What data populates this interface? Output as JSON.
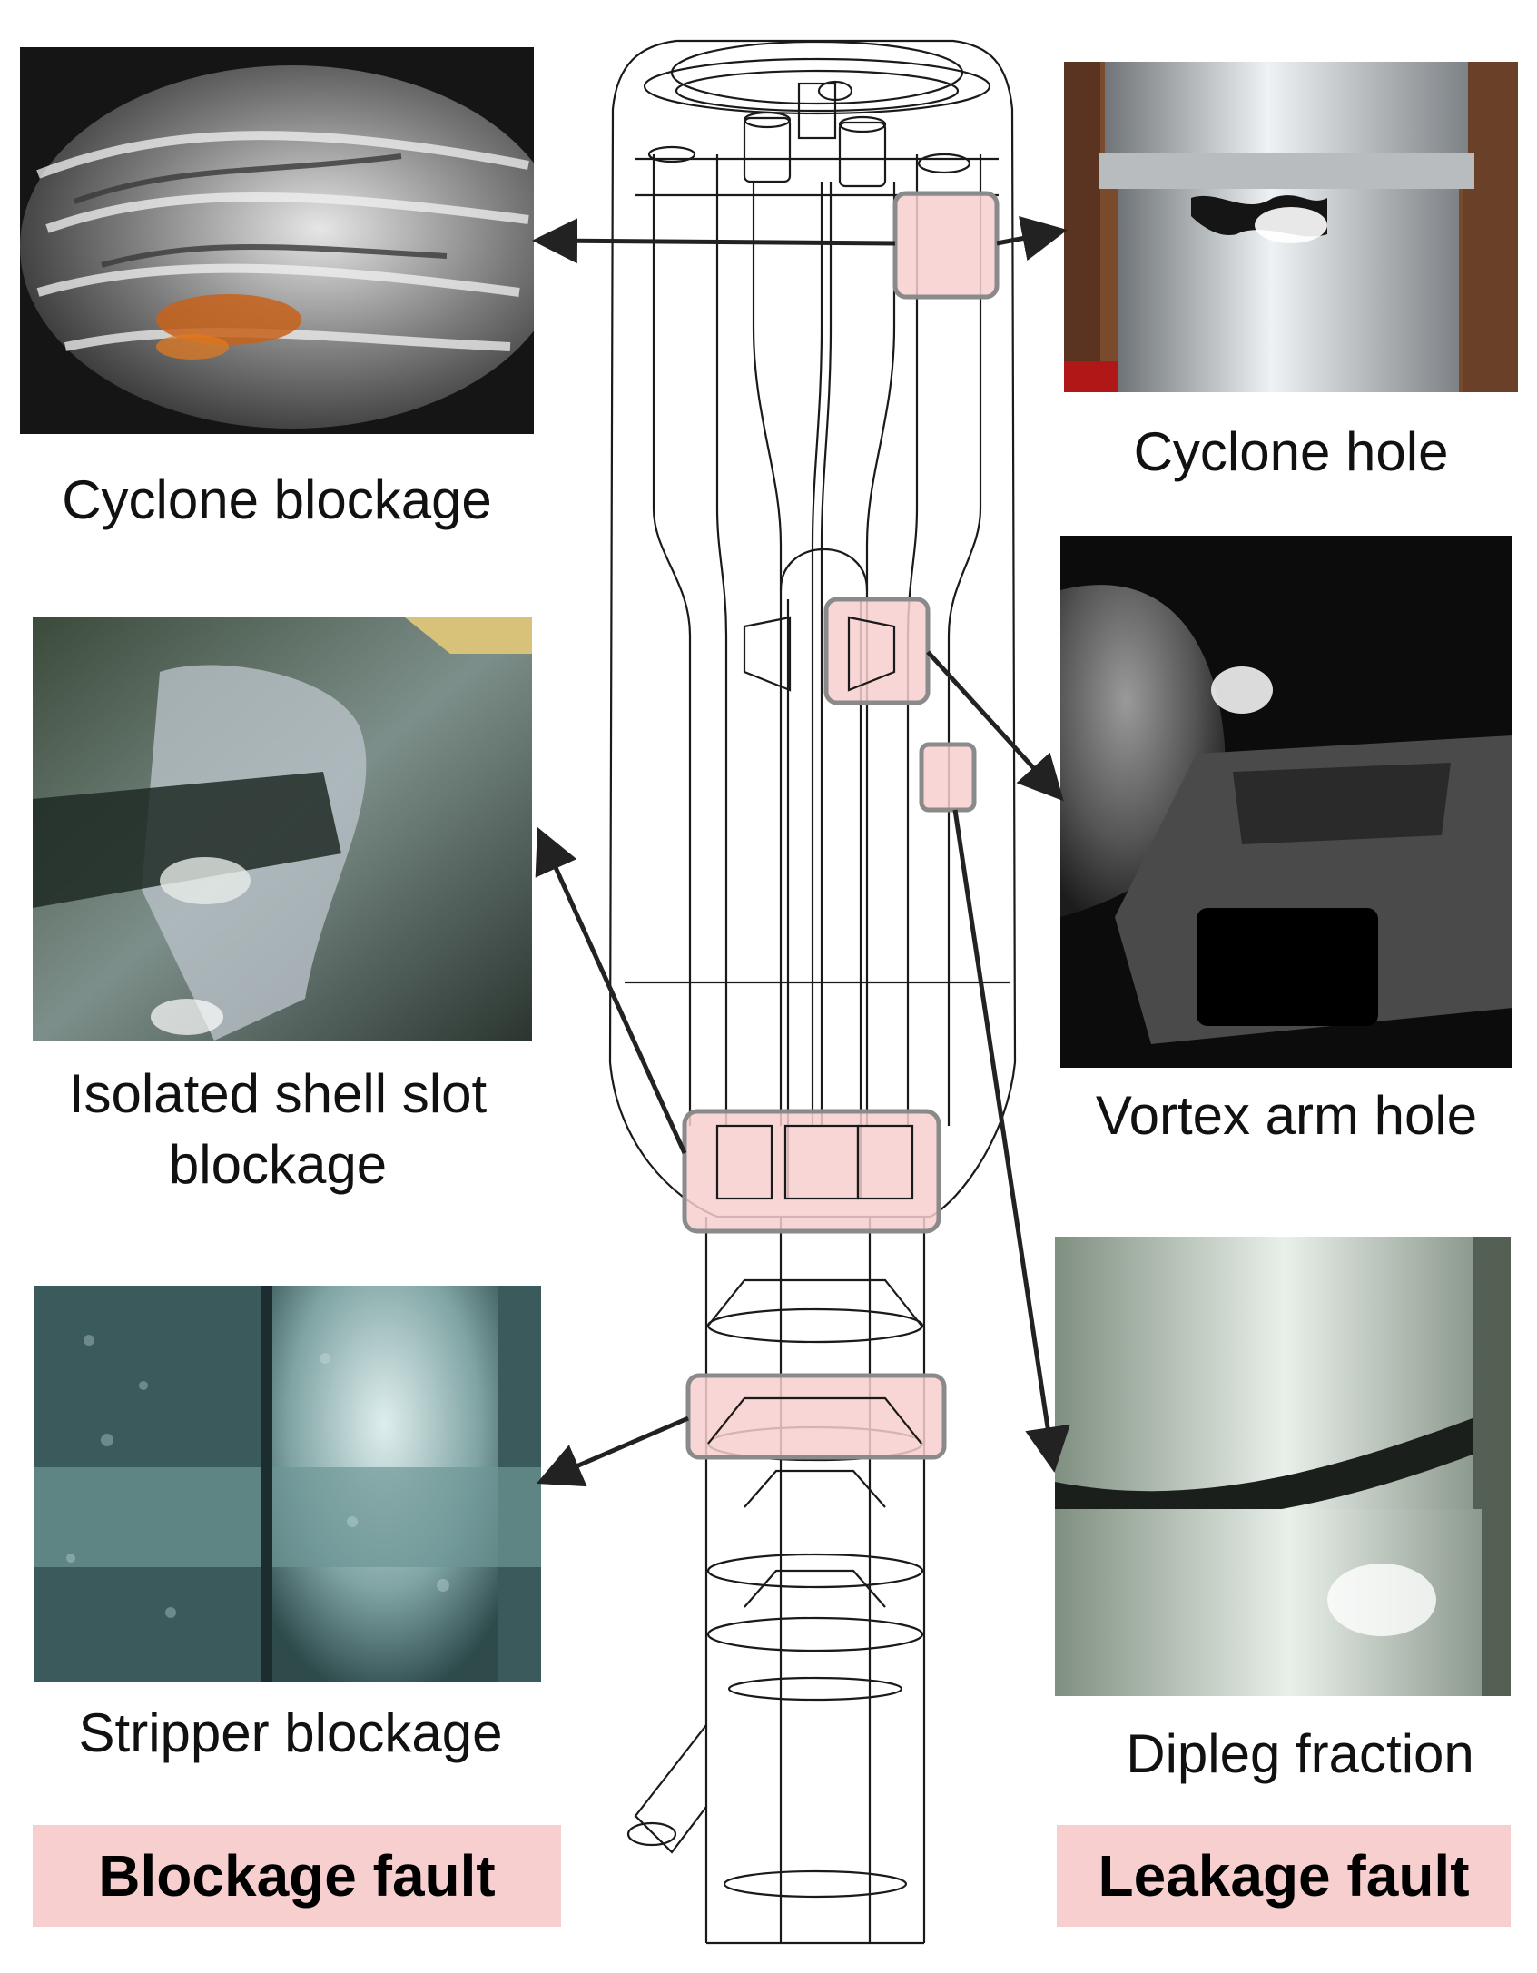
{
  "captions": {
    "cyclone_blockage": "Cyclone blockage",
    "isolated_shell_slot": "Isolated shell slot blockage",
    "stripper_blockage": "Stripper blockage",
    "cyclone_hole": "Cyclone hole",
    "vortex_arm_hole": "Vortex arm hole",
    "dipleg_fraction": "Dipleg fraction"
  },
  "fault_types": {
    "blockage": "Blockage fault",
    "leakage": "Leakage fault"
  },
  "colors": {
    "highlight_fill": "#f8cfcf",
    "highlight_stroke": "#8a8a8a",
    "line": "#222222"
  }
}
